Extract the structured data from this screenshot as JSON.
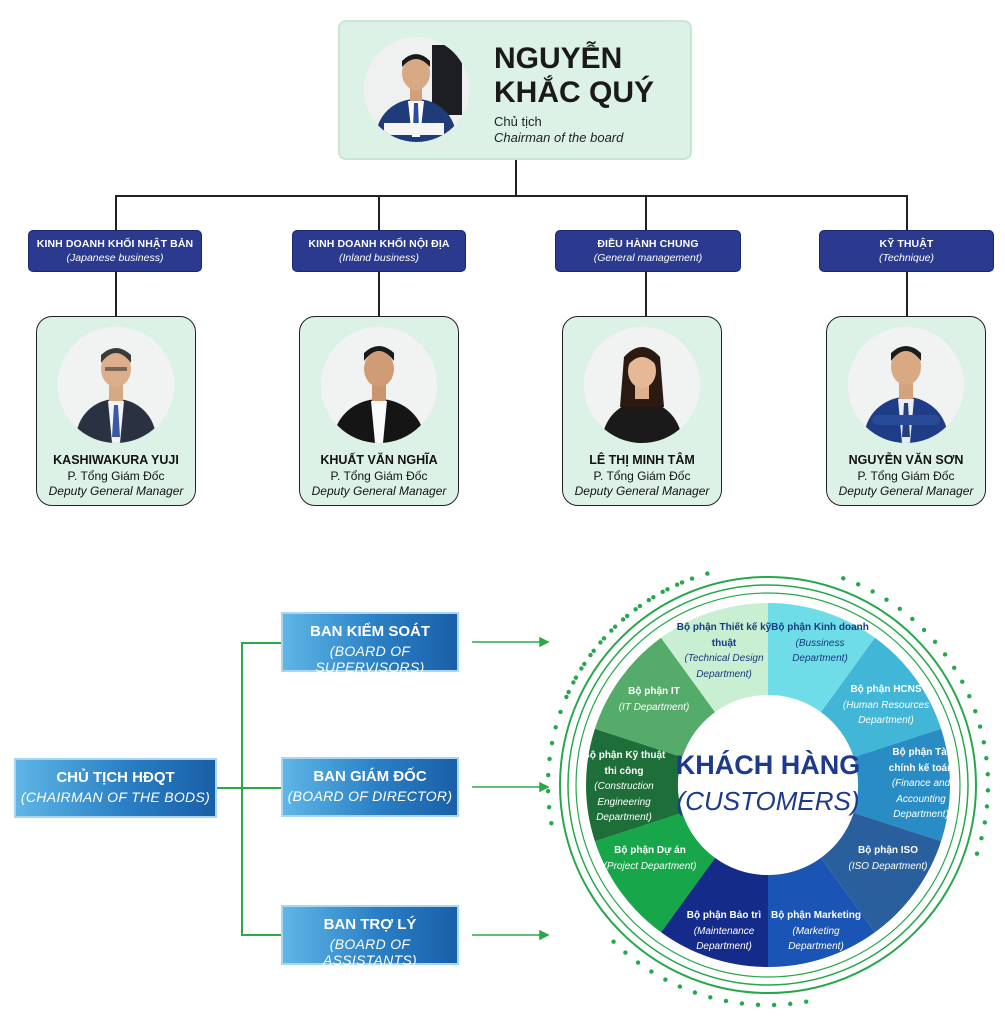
{
  "chairman": {
    "name_line1": "NGUYỄN",
    "name_line2": "KHẮC QUÝ",
    "role_vn": "Chủ tịch",
    "role_en": "Chairman of the board"
  },
  "departments": [
    {
      "title": "KINH DOANH KHỐI NHẬT BẢN",
      "subtitle": "(Japanese business)"
    },
    {
      "title": "KINH DOANH KHỐI NỘI ĐỊA",
      "subtitle": "(Inland business)"
    },
    {
      "title": "ĐIỀU HÀNH CHUNG",
      "subtitle": "(General management)"
    },
    {
      "title": "KỸ THUẬT",
      "subtitle": "(Technique)"
    }
  ],
  "managers": [
    {
      "name": "KASHIWAKURA YUJI",
      "role_vn": "P. Tổng Giám Đốc",
      "role_en": "Deputy General Manager"
    },
    {
      "name": "KHUẤT VĂN NGHĨA",
      "role_vn": "P. Tổng Giám Đốc",
      "role_en": "Deputy General Manager"
    },
    {
      "name": "LÊ THỊ MINH TÂM",
      "role_vn": "P. Tổng Giám Đốc",
      "role_en": "Deputy General Manager"
    },
    {
      "name": "NGUYỄN VĂN SƠN",
      "role_vn": "P. Tổng Giám Đốc",
      "role_en": "Deputy General Manager"
    }
  ],
  "boards": {
    "chair": {
      "title": "CHỦ TỊCH HĐQT",
      "subtitle": "(CHAIRMAN OF THE BODS)"
    },
    "supervisors": {
      "title": "BAN KIỂM SOÁT",
      "subtitle": "(BOARD OF SUPERVISORS)"
    },
    "directors": {
      "title": "BAN GIÁM ĐỐC",
      "subtitle": "(BOARD OF DIRECTOR)"
    },
    "assistants": {
      "title": "BAN TRỢ LÝ",
      "subtitle": "(BOARD OF ASSISTANTS)"
    }
  },
  "wheel": {
    "center_vn": "KHÁCH HÀNG",
    "center_en": "(CUSTOMERS)",
    "segments": [
      {
        "vn": "Bộ phận Kinh doanh",
        "en": "(Bussiness Department)",
        "color": "#6fdde8"
      },
      {
        "vn": "Bộ phận HCNS",
        "en": "(Human Resources Department)",
        "color": "#41b6d6"
      },
      {
        "vn": "Bộ phận Tài chính kế toán",
        "en": "(Finance and Accounting Department)",
        "color": "#2a8cc4"
      },
      {
        "vn": "Bộ phận ISO",
        "en": "(ISO Department)",
        "color": "#2a5f9e"
      },
      {
        "vn": "Bộ phận Marketing",
        "en": "(Marketing Department)",
        "color": "#1a55b5"
      },
      {
        "vn": "Bộ phận Bảo trì",
        "en": "(Maintenance Department)",
        "color": "#152b8a"
      },
      {
        "vn": "Bộ phận Dự án",
        "en": "(Project Department)",
        "color": "#17a64a"
      },
      {
        "vn": "Bộ phận Kỹ thuật thi công",
        "en": "(Construction Engineering Department)",
        "color": "#1e6e3a"
      },
      {
        "vn": "Bộ phận IT",
        "en": "(IT Department)",
        "color": "#55ac6a"
      },
      {
        "vn": "Bộ phận Thiết kế kỹ thuật",
        "en": "(Technical Design Department)",
        "color": "#c9efd2"
      }
    ],
    "ring_color": "#24a84a"
  }
}
